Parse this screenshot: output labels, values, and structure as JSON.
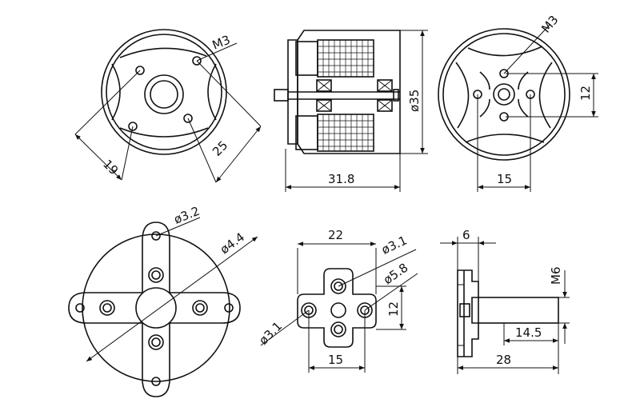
{
  "views": {
    "front_mount": {
      "label_m3": "M3",
      "dim_19": "19",
      "dim_25": "25"
    },
    "side_section": {
      "dim_31_8": "31.8",
      "dim_35": "ø35"
    },
    "rear_mount": {
      "label_m3": "M3",
      "dim_12": "12",
      "dim_15": "15"
    },
    "cross_mount": {
      "dim_3_2": "ø3.2",
      "dim_4_4": "ø4.4"
    },
    "prop_adapter": {
      "dim_22": "22",
      "dim_3_1_top": "ø3.1",
      "dim_5_8": "ø5.8",
      "dim_12": "12",
      "dim_3_1_left": "ø3.1",
      "dim_15": "15"
    },
    "shaft_side": {
      "dim_6": "6",
      "dim_m6": "M6",
      "dim_14_5": "14.5",
      "dim_28": "28"
    }
  },
  "colors": {
    "line": "#111111",
    "background": "#ffffff"
  }
}
